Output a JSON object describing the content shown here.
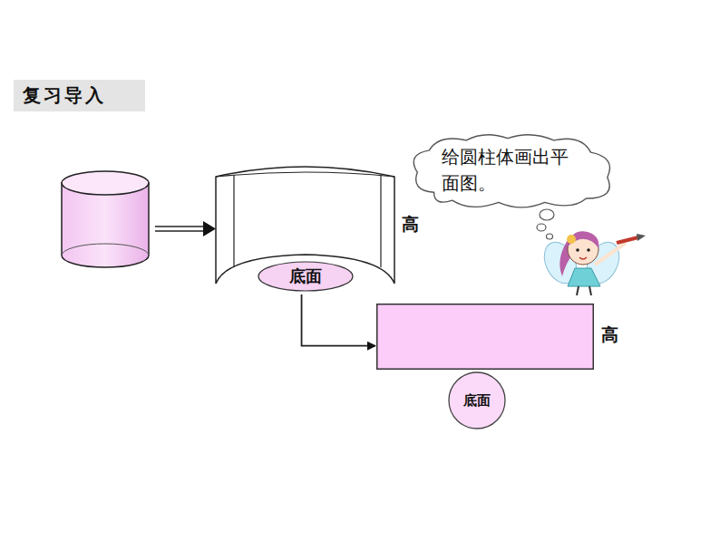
{
  "diagram": {
    "nodes": [
      {
        "text": [
          "复习导入"
        ]
      },
      {
        "text": [
          "给圆柱体画出平面图。"
        ]
      },
      {
        "text": [
          "高"
        ]
      },
      {
        "text": [
          "底面"
        ],
        "in": 2
      },
      {
        "text": [
          "高"
        ]
      },
      {
        "text": [
          "底面"
        ]
      }
    ],
    "edges": [
      {
        "from": 2,
        "to": 4,
        "arrow": "to"
      }
    ]
  }
}
